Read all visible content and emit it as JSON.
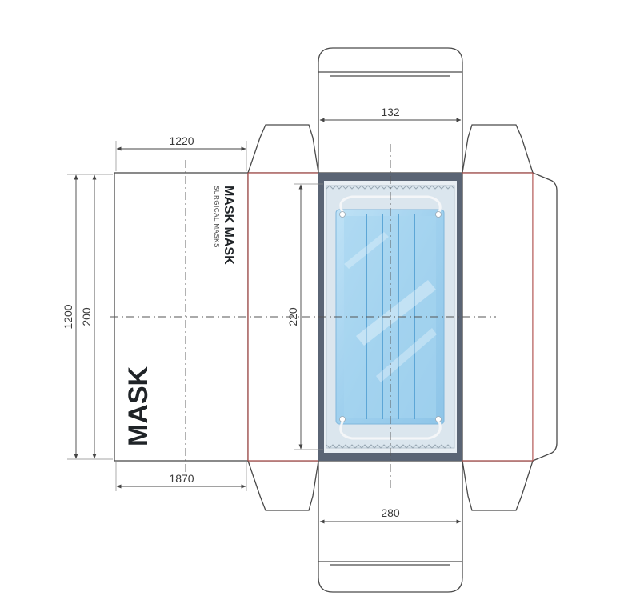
{
  "dimensions": {
    "top_width": "132",
    "left_top_width": "1220",
    "left_bottom_width": "1870",
    "left_outer_height": "1200",
    "left_inner_height": "200",
    "window_height": "220",
    "bottom_width": "280"
  },
  "print": {
    "main_brand": "MASK",
    "side_brand": "MASK MASK",
    "side_subline": "SURGICAL MASKS"
  },
  "colors": {
    "outline": "#4a4a4a",
    "fold_line": "#c0504d",
    "window_frame": "#5a6474",
    "mask_fill": "#a8d4ee",
    "mask_pleat": "#5da6d6"
  }
}
